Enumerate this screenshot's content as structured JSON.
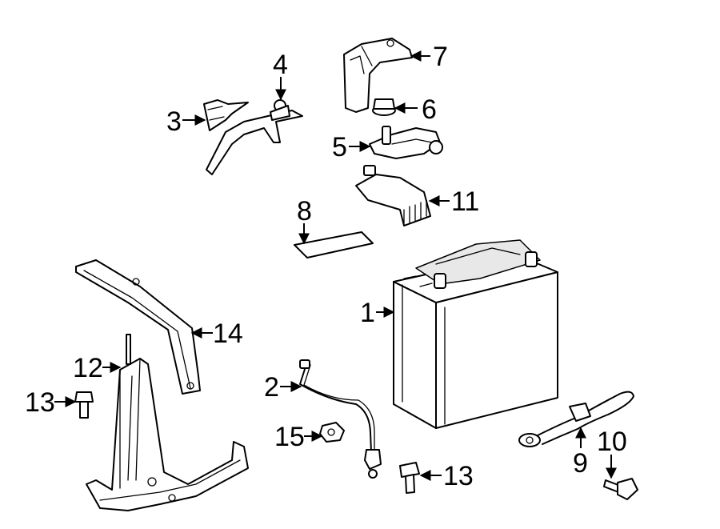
{
  "diagram": {
    "callouts": {
      "c1": "1",
      "c2": "2",
      "c3": "3",
      "c4": "4",
      "c5": "5",
      "c6": "6",
      "c7": "7",
      "c8": "8",
      "c9": "9",
      "c10": "10",
      "c11": "11",
      "c12": "12",
      "c13a": "13",
      "c13b": "13",
      "c14": "14",
      "c15": "15"
    }
  }
}
